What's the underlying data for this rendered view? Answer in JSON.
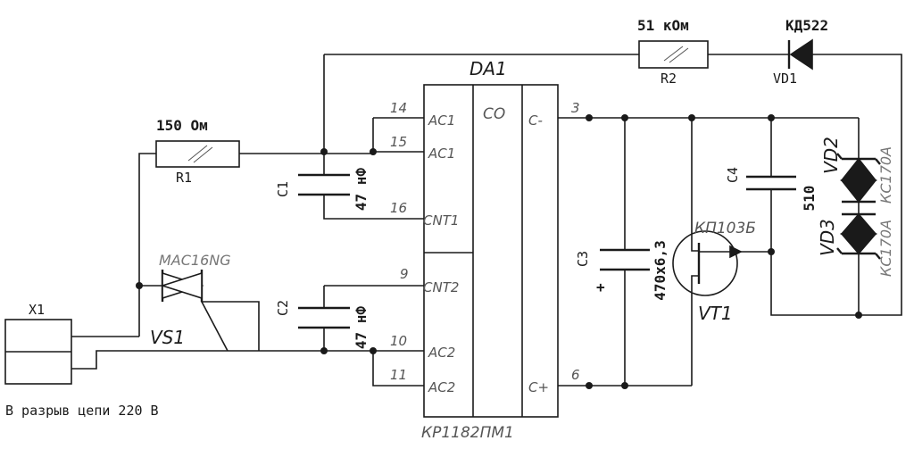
{
  "chip": {
    "designator": "DA1",
    "part": "КР1182ПМ1",
    "block": "СО",
    "pins": {
      "p14": {
        "num": "14",
        "name": "AC1"
      },
      "p15": {
        "num": "15",
        "name": "AC1"
      },
      "p16": {
        "num": "16",
        "name": "CNT1"
      },
      "p9": {
        "num": "9",
        "name": "CNT2"
      },
      "p10": {
        "num": "10",
        "name": "AC2"
      },
      "p11": {
        "num": "11",
        "name": "AC2"
      },
      "p3": {
        "num": "3",
        "name": "C-"
      },
      "p6": {
        "num": "6",
        "name": "C+"
      }
    }
  },
  "components": {
    "r1": {
      "designator": "R1",
      "value": "150 Ом"
    },
    "r2": {
      "designator": "R2",
      "value": "51 кОм"
    },
    "vd1": {
      "designator": "VD1",
      "part": "КД522"
    },
    "c1": {
      "designator": "C1",
      "value": "47 нФ"
    },
    "c2": {
      "designator": "C2",
      "value": "47 нФ"
    },
    "c3": {
      "designator": "C3",
      "value": "470x6,3",
      "polarity": "+"
    },
    "c4": {
      "designator": "C4",
      "value": "510"
    },
    "vd2": {
      "designator": "VD2",
      "part": "КС170А"
    },
    "vd3": {
      "designator": "VD3",
      "part": "КС170А"
    },
    "vt1": {
      "designator": "VT1",
      "part": "КП103Б"
    },
    "vs1": {
      "designator": "VS1",
      "part": "MAC16NG"
    },
    "x1": {
      "designator": "X1"
    }
  },
  "caption": "В разрыв цепи 220 В"
}
